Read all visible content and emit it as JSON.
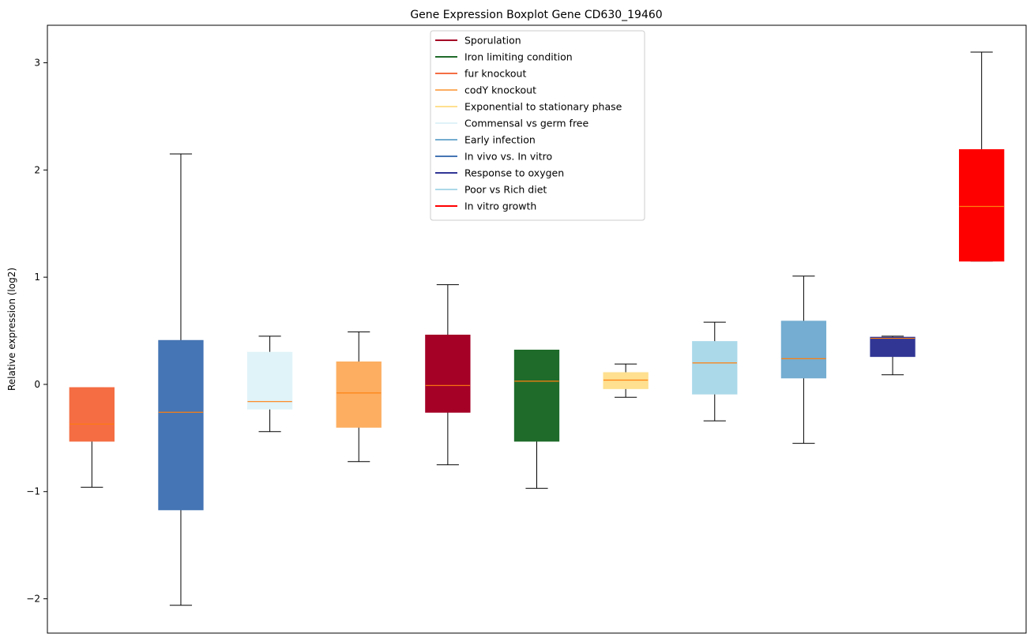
{
  "chart_data": {
    "type": "boxplot",
    "title": "Gene Expression Boxplot Gene CD630_19460",
    "xlabel": "",
    "ylabel": "Relative expression (log2)",
    "ylim": [
      -2.32,
      3.35
    ],
    "yticks": [
      -2,
      -1,
      0,
      1,
      2,
      3
    ],
    "ytick_labels": [
      "−2",
      "−1",
      "0",
      "1",
      "2",
      "3"
    ],
    "grid": false,
    "legend_position": "upper-center",
    "median_color": "#ff7f0e",
    "series": [
      {
        "name": "Sporulation",
        "color": "#a50026",
        "box_index": 5
      },
      {
        "name": "Iron limiting condition",
        "color": "#1f6b2a",
        "box_index": 6
      },
      {
        "name": "fur knockout",
        "color": "#f46d43",
        "box_index": 1
      },
      {
        "name": "codY knockout",
        "color": "#fdae61",
        "box_index": 4
      },
      {
        "name": "Exponential to stationary phase",
        "color": "#fee090",
        "box_index": 7
      },
      {
        "name": "Commensal vs germ free",
        "color": "#e0f3f8",
        "box_index": 3
      },
      {
        "name": "Early infection",
        "color": "#74add1",
        "box_index": 9
      },
      {
        "name": "In vivo vs. In vitro",
        "color": "#4575b4",
        "box_index": 2
      },
      {
        "name": "Response to oxygen",
        "color": "#313695",
        "box_index": 10
      },
      {
        "name": "Poor vs Rich diet",
        "color": "#abd9e9",
        "box_index": 8
      },
      {
        "name": "In vitro growth",
        "color": "#ff0000",
        "box_index": 11
      }
    ],
    "boxes": [
      {
        "position": 1,
        "color": "#f46d43",
        "whisker_low": -0.96,
        "q1": -0.53,
        "median": -0.37,
        "q3": -0.03,
        "whisker_high": -0.03
      },
      {
        "position": 2,
        "color": "#4575b4",
        "whisker_low": -2.06,
        "q1": -1.17,
        "median": -0.26,
        "q3": 0.41,
        "whisker_high": 2.15
      },
      {
        "position": 3,
        "color": "#e0f3f8",
        "whisker_low": -0.44,
        "q1": -0.23,
        "median": -0.16,
        "q3": 0.3,
        "whisker_high": 0.45
      },
      {
        "position": 4,
        "color": "#fdae61",
        "whisker_low": -0.72,
        "q1": -0.4,
        "median": -0.08,
        "q3": 0.21,
        "whisker_high": 0.49
      },
      {
        "position": 5,
        "color": "#a50026",
        "whisker_low": -0.75,
        "q1": -0.26,
        "median": -0.01,
        "q3": 0.46,
        "whisker_high": 0.93
      },
      {
        "position": 6,
        "color": "#1f6b2a",
        "whisker_low": -0.97,
        "q1": -0.53,
        "median": 0.03,
        "q3": 0.32,
        "whisker_high": 0.32
      },
      {
        "position": 7,
        "color": "#fee090",
        "whisker_low": -0.12,
        "q1": -0.04,
        "median": 0.04,
        "q3": 0.11,
        "whisker_high": 0.19
      },
      {
        "position": 8,
        "color": "#abd9e9",
        "whisker_low": -0.34,
        "q1": -0.09,
        "median": 0.2,
        "q3": 0.4,
        "whisker_high": 0.58
      },
      {
        "position": 9,
        "color": "#74add1",
        "whisker_low": -0.55,
        "q1": 0.06,
        "median": 0.24,
        "q3": 0.59,
        "whisker_high": 1.01
      },
      {
        "position": 10,
        "color": "#313695",
        "whisker_low": 0.09,
        "q1": 0.26,
        "median": 0.43,
        "q3": 0.44,
        "whisker_high": 0.45
      },
      {
        "position": 11,
        "color": "#ff0000",
        "whisker_low": 1.15,
        "q1": 1.15,
        "median": 1.66,
        "q3": 2.19,
        "whisker_high": 3.1
      }
    ]
  }
}
